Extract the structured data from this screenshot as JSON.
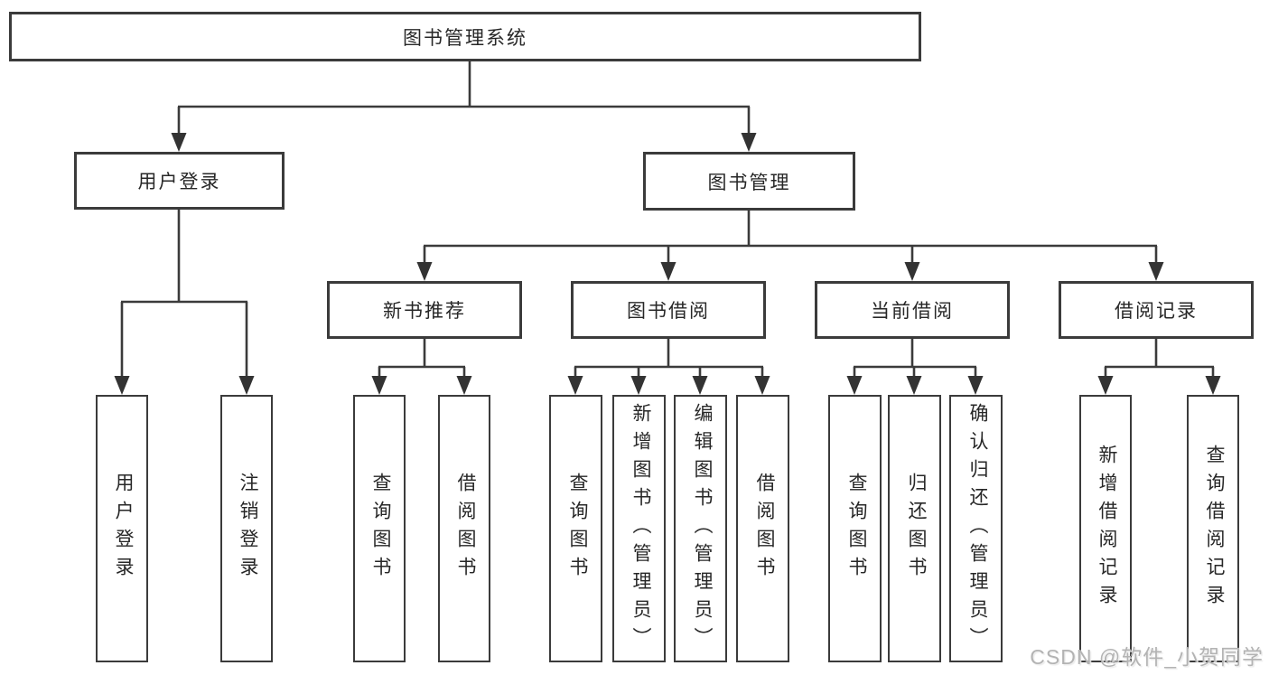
{
  "diagram": {
    "root": "图书管理系统",
    "user_login": {
      "label": "用户登录",
      "children": [
        "用户登录",
        "注销登录"
      ]
    },
    "book_mgmt": {
      "label": "图书管理",
      "sections": [
        {
          "label": "新书推荐",
          "children": [
            "查询图书",
            "借阅图书"
          ]
        },
        {
          "label": "图书借阅",
          "children": [
            "查询图书",
            "新增图书（管理员）",
            "编辑图书（管理员）",
            "借阅图书"
          ]
        },
        {
          "label": "当前借阅",
          "children": [
            "查询图书",
            "归还图书",
            "确认归还（管理员）"
          ]
        },
        {
          "label": "借阅记录",
          "children": [
            "新增借阅记录",
            "查询借阅记录"
          ]
        }
      ]
    }
  },
  "watermark": "CSDN @软件_小贺同学",
  "colors": {
    "line": "#3b3b3b",
    "text": "#272727",
    "watermark": "#b3b3b3",
    "background": "#ffffff"
  }
}
